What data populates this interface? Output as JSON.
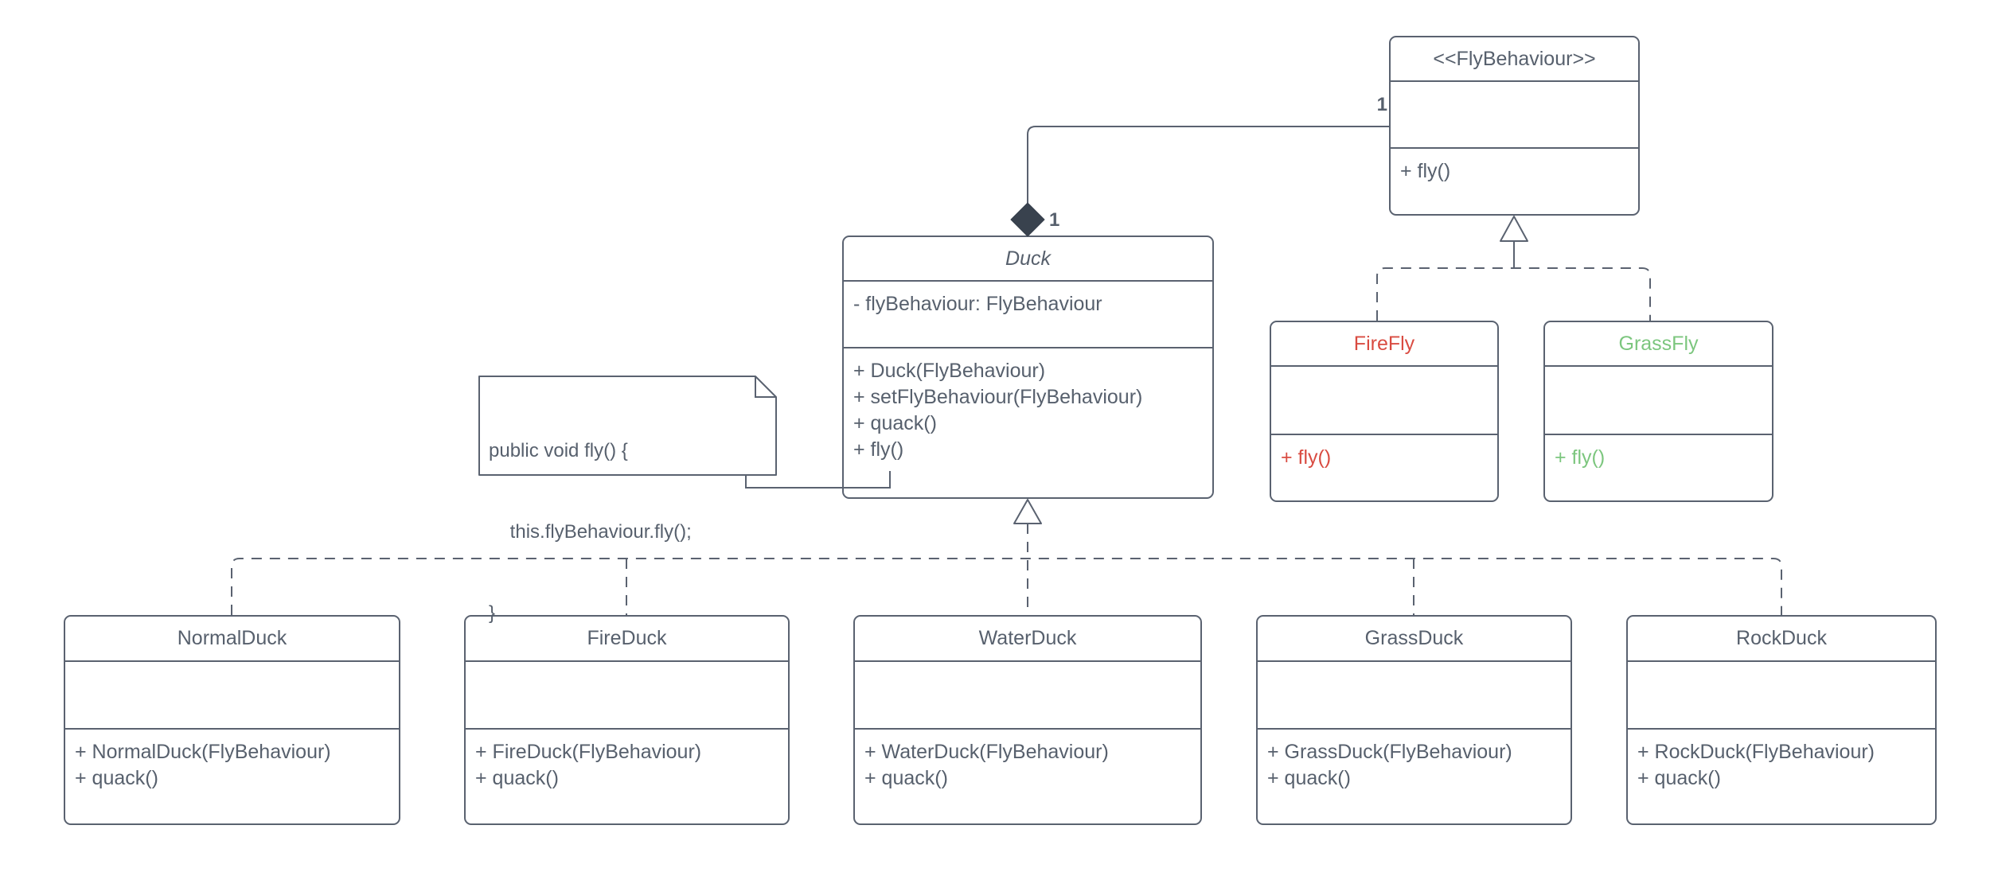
{
  "colors": {
    "background": "#ffffff",
    "line": "#5a6270",
    "text": "#57606d",
    "red": "#d94b41",
    "green": "#7cc67e",
    "diamond_fill": "#39424e"
  },
  "classes": {
    "fly_behaviour": {
      "title": "<<FlyBehaviour>>",
      "attributes": [],
      "methods": [
        "+ fly()"
      ]
    },
    "duck": {
      "title": "Duck",
      "attributes": [
        "- flyBehaviour: FlyBehaviour"
      ],
      "methods": [
        "+ Duck(FlyBehaviour)",
        "+ setFlyBehaviour(FlyBehaviour)",
        "+ quack()",
        "+ fly()"
      ]
    },
    "fire_fly": {
      "title": "FireFly",
      "attributes": [],
      "methods": [
        "+ fly()"
      ]
    },
    "grass_fly": {
      "title": "GrassFly",
      "attributes": [],
      "methods": [
        "+ fly()"
      ]
    },
    "normal_duck": {
      "title": "NormalDuck",
      "attributes": [],
      "methods": [
        "+ NormalDuck(FlyBehaviour)",
        "+ quack()"
      ]
    },
    "fire_duck": {
      "title": "FireDuck",
      "attributes": [],
      "methods": [
        "+ FireDuck(FlyBehaviour)",
        "+ quack()"
      ]
    },
    "water_duck": {
      "title": "WaterDuck",
      "attributes": [],
      "methods": [
        "+ WaterDuck(FlyBehaviour)",
        "+ quack()"
      ]
    },
    "grass_duck": {
      "title": "GrassDuck",
      "attributes": [],
      "methods": [
        "+ GrassDuck(FlyBehaviour)",
        "+ quack()"
      ]
    },
    "rock_duck": {
      "title": "RockDuck",
      "attributes": [],
      "methods": [
        "+ RockDuck(FlyBehaviour)",
        "+ quack()"
      ]
    }
  },
  "note": {
    "lines": [
      "public void fly() {",
      "    this.flyBehaviour.fly();",
      "}"
    ]
  },
  "labels": {
    "multiplicity_flybehaviour": "1",
    "multiplicity_duck": "1"
  }
}
